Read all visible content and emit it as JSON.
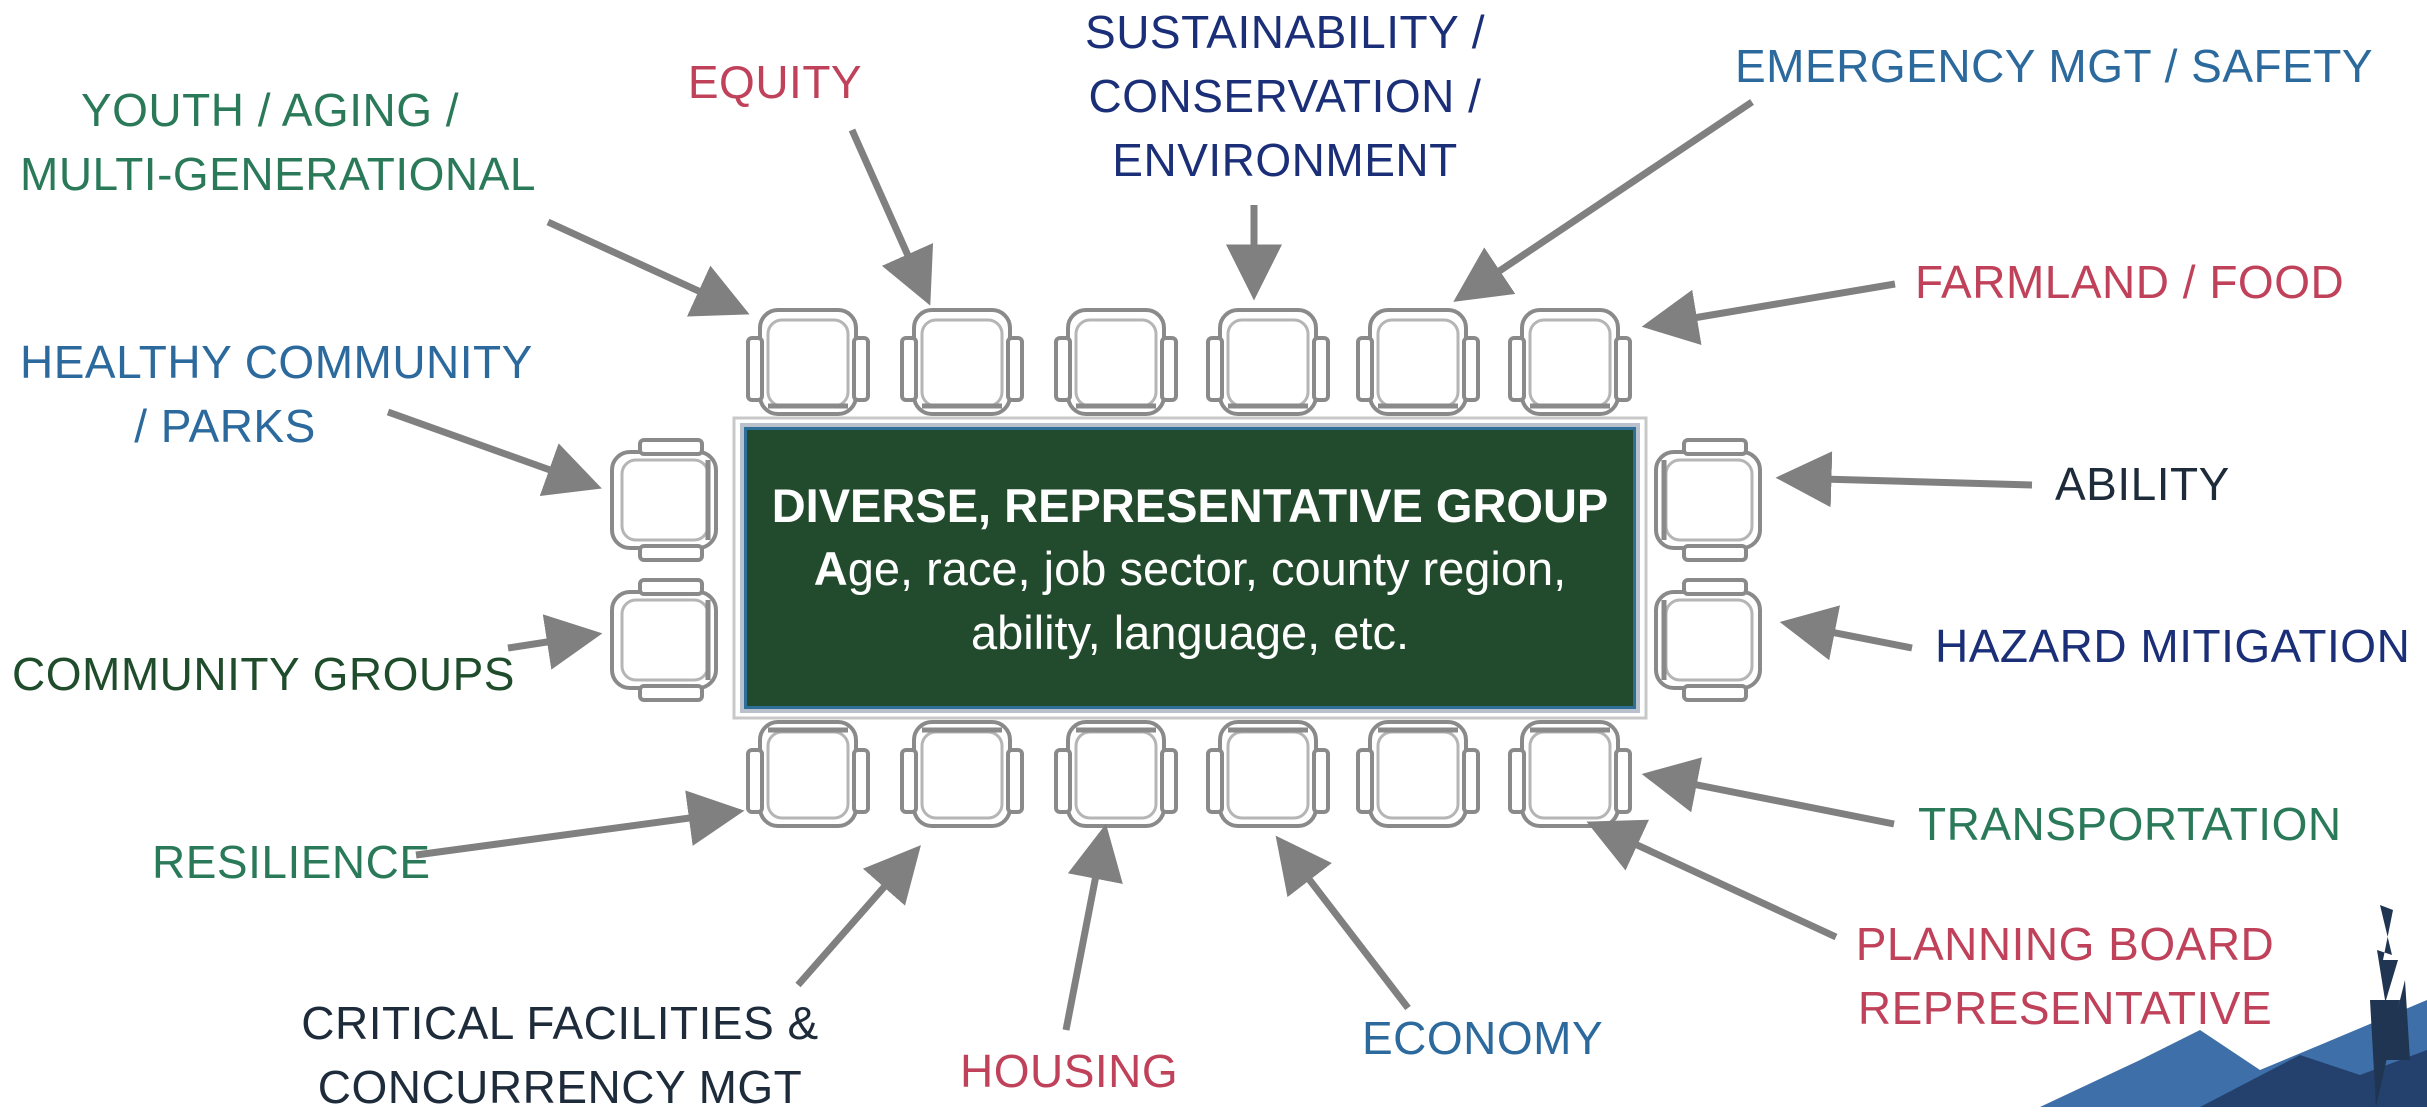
{
  "center": {
    "title": "DIVERSE, REPRESENTATIVE GROUP",
    "desc_first_letter": "A",
    "desc_line1_rest": "ge, race, job sector, county region,",
    "desc_line2": "ability, language, etc."
  },
  "labels": {
    "youth": [
      "YOUTH / AGING /",
      "MULTI-GENERATIONAL"
    ],
    "equity": [
      "EQUITY"
    ],
    "sustainability": [
      "SUSTAINABILITY /",
      "CONSERVATION /",
      "ENVIRONMENT"
    ],
    "emergency": [
      "EMERGENCY MGT / SAFETY"
    ],
    "farmland": [
      "FARMLAND / FOOD"
    ],
    "healthy": [
      "HEALTHY COMMUNITY",
      "/ PARKS"
    ],
    "ability": [
      "ABILITY"
    ],
    "community_groups": [
      "COMMUNITY GROUPS"
    ],
    "hazard": [
      "HAZARD MITIGATION"
    ],
    "resilience": [
      "RESILIENCE"
    ],
    "transportation": [
      "TRANSPORTATION"
    ],
    "critical": [
      "CRITICAL FACILITIES &",
      "CONCURRENCY MGT"
    ],
    "housing": [
      "HOUSING"
    ],
    "economy": [
      "ECONOMY"
    ],
    "planning": [
      "PLANNING BOARD",
      "REPRESENTATIVE"
    ]
  },
  "colors": {
    "arrow": "#808080",
    "board": "#224a2c",
    "chair_stroke": "#8a8a8a"
  }
}
